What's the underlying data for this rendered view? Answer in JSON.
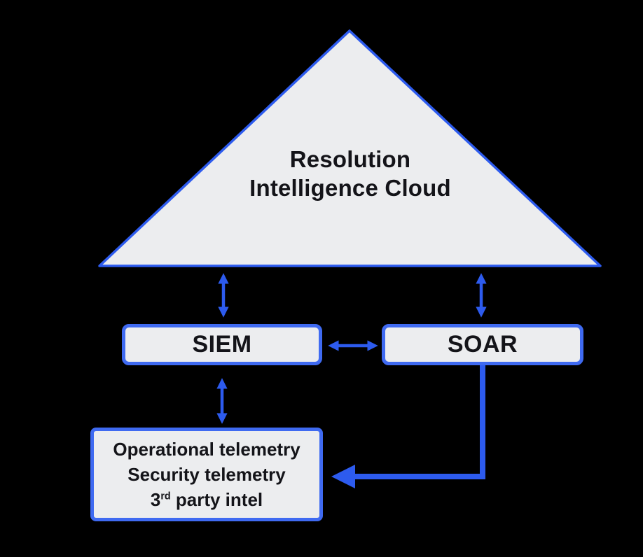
{
  "colors": {
    "bg": "#000000",
    "accent": "#2d5bee",
    "border": "#3f6af1",
    "fill": "#ecedef",
    "text": "#141419"
  },
  "pyramid": {
    "label_line1": "Resolution",
    "label_line2": "Intelligence Cloud"
  },
  "siem": {
    "label": "SIEM"
  },
  "soar": {
    "label": "SOAR"
  },
  "telemetry": {
    "line1": "Operational telemetry",
    "line2": "Security telemetry",
    "line3_num": "3",
    "line3_sup": "rd",
    "line3_rest": "party intel"
  }
}
